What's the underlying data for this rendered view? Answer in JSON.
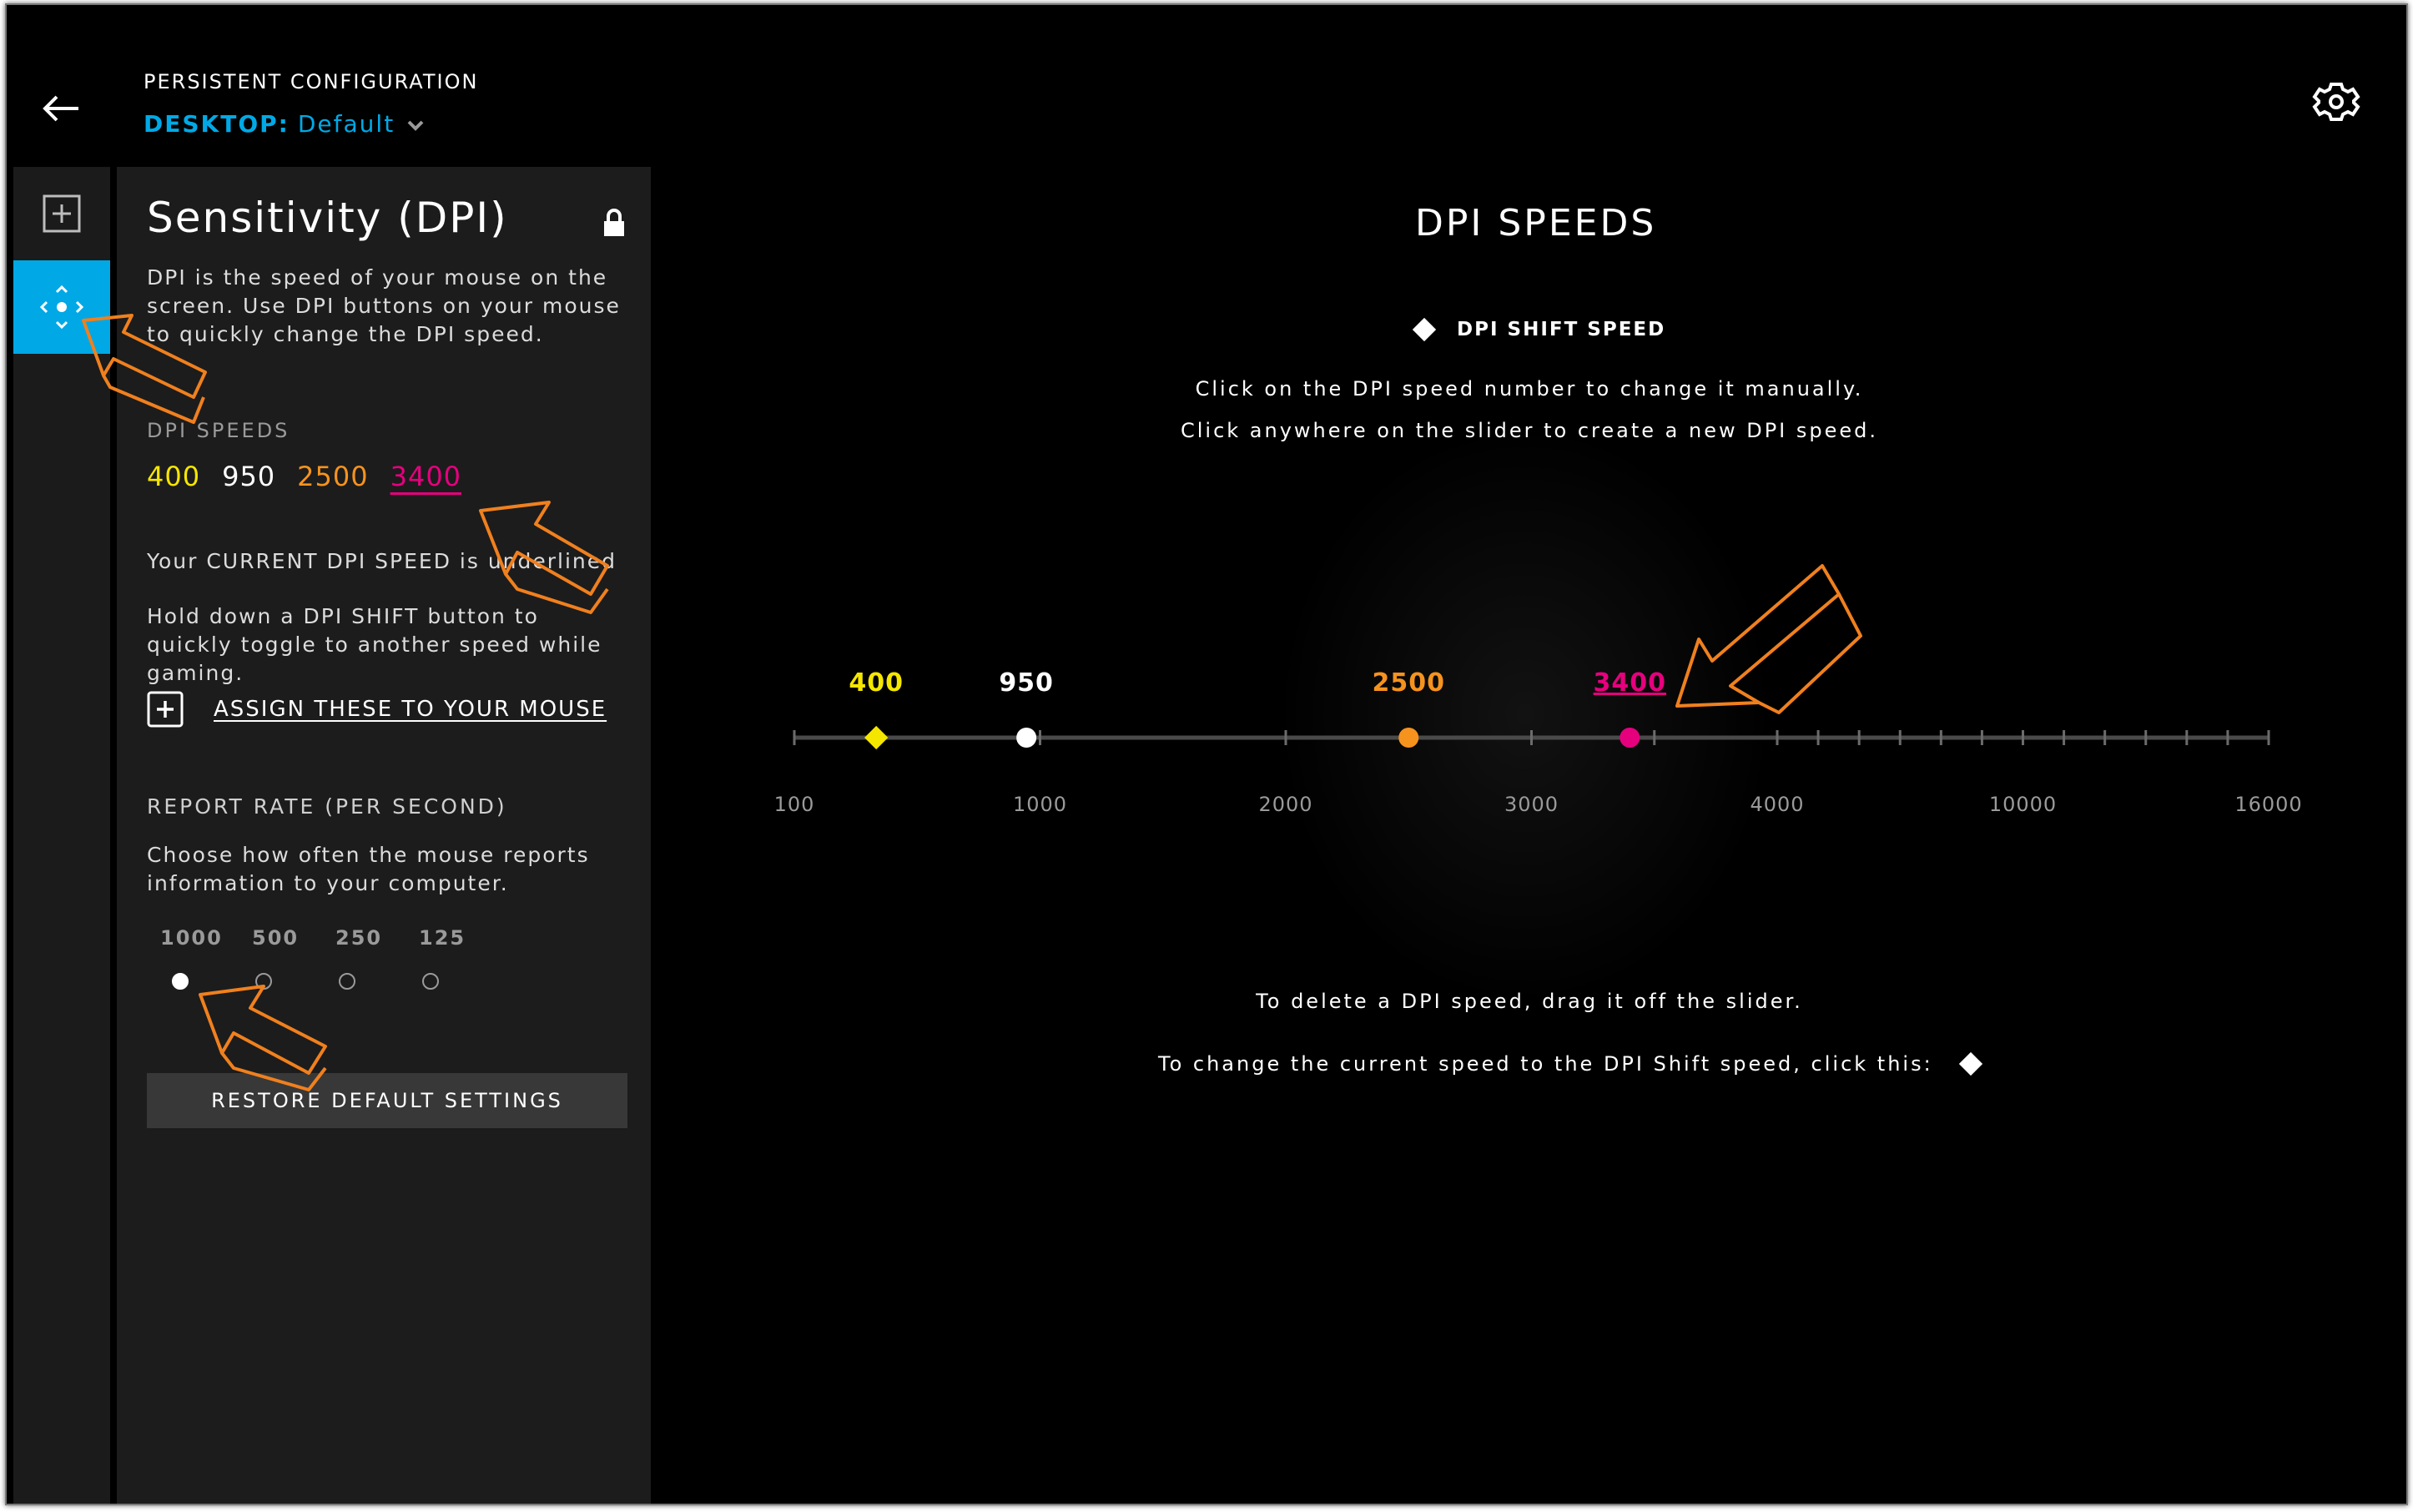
{
  "header": {
    "subtitle": "PERSISTENT CONFIGURATION",
    "profile_key": "DESKTOP:",
    "profile_value": "Default"
  },
  "panel": {
    "title": "Sensitivity (DPI)",
    "description": "DPI is the speed of your mouse on the screen. Use DPI buttons on your mouse to quickly change the DPI speed.",
    "dpi_speeds_label": "DPI SPEEDS",
    "dpi_speeds": [
      {
        "value": "400",
        "color": "#f5e600"
      },
      {
        "value": "950",
        "color": "#ffffff"
      },
      {
        "value": "2500",
        "color": "#f5931e"
      },
      {
        "value": "3400",
        "color": "#e6007e",
        "current": true
      }
    ],
    "current_note": "Your CURRENT DPI SPEED is underlined",
    "shift_note": "Hold down a DPI SHIFT button to quickly toggle to another speed while gaming.",
    "assign_label": "ASSIGN THESE TO YOUR MOUSE",
    "report_rate_label": "REPORT RATE (PER SECOND)",
    "report_rate_desc": "Choose how often the mouse reports information to your computer.",
    "report_rates": [
      "1000",
      "500",
      "250",
      "125"
    ],
    "report_rate_selected": "1000",
    "restore_label": "RESTORE DEFAULT SETTINGS"
  },
  "main": {
    "title": "DPI SPEEDS",
    "shift_legend": "DPI SHIFT SPEED",
    "instr_1": "Click on the DPI speed number to change it manually.",
    "instr_2": "Click anywhere on the slider to create a new DPI speed.",
    "instr_3": "To delete a DPI speed, drag it off the slider.",
    "instr_4": "To change the current speed to the DPI Shift speed, click this:"
  },
  "slider": {
    "axis_labels": [
      "100",
      "1000",
      "2000",
      "3000",
      "4000",
      "10000",
      "16000"
    ],
    "points": [
      {
        "value": 400,
        "label": "400",
        "color": "#f5e600",
        "shape": "diamond"
      },
      {
        "value": 950,
        "label": "950",
        "color": "#ffffff",
        "shape": "circle"
      },
      {
        "value": 2500,
        "label": "2500",
        "color": "#f5931e",
        "shape": "circle"
      },
      {
        "value": 3400,
        "label": "3400",
        "color": "#e6007e",
        "shape": "circle",
        "current": true
      }
    ]
  },
  "colors": {
    "accent": "#00a8e6",
    "annotation": "#f0801e"
  }
}
